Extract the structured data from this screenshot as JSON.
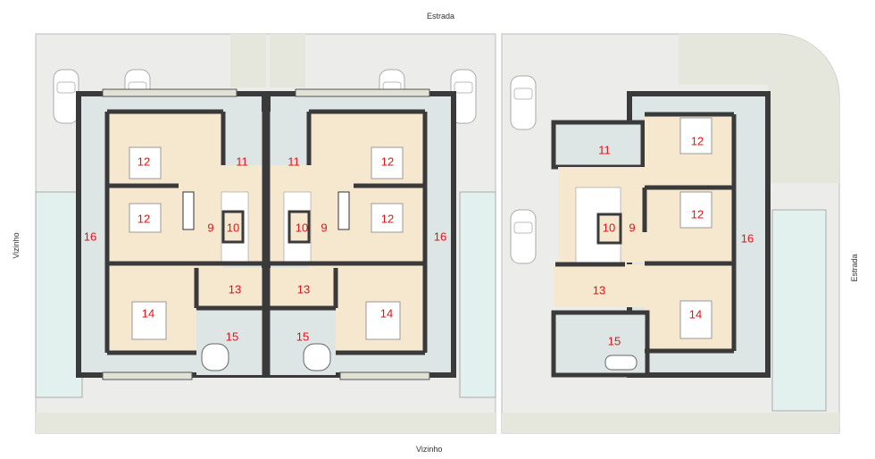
{
  "site_labels": {
    "top": "Estrada",
    "left": "Vizinho",
    "bottom": "Vizinho",
    "right": "Estrada"
  },
  "colors": {
    "room_fill": "#f6e7cf",
    "terrace_fill": "#dde6e5",
    "pool_fill": "#e2f1ee",
    "ground_fill": "#ececea",
    "garden_fill": "#e6e7dc",
    "wall": "#3a3a3a",
    "label": "#e0141b"
  },
  "units": [
    {
      "rooms": [
        "12",
        "12",
        "11",
        "9",
        "10",
        "16",
        "13",
        "14",
        "15"
      ]
    },
    {
      "rooms": [
        "11",
        "12",
        "12",
        "10",
        "9",
        "16",
        "13",
        "14",
        "15"
      ]
    },
    {
      "rooms": [
        "11",
        "12",
        "12",
        "10",
        "9",
        "16",
        "13",
        "14",
        "15"
      ]
    }
  ]
}
